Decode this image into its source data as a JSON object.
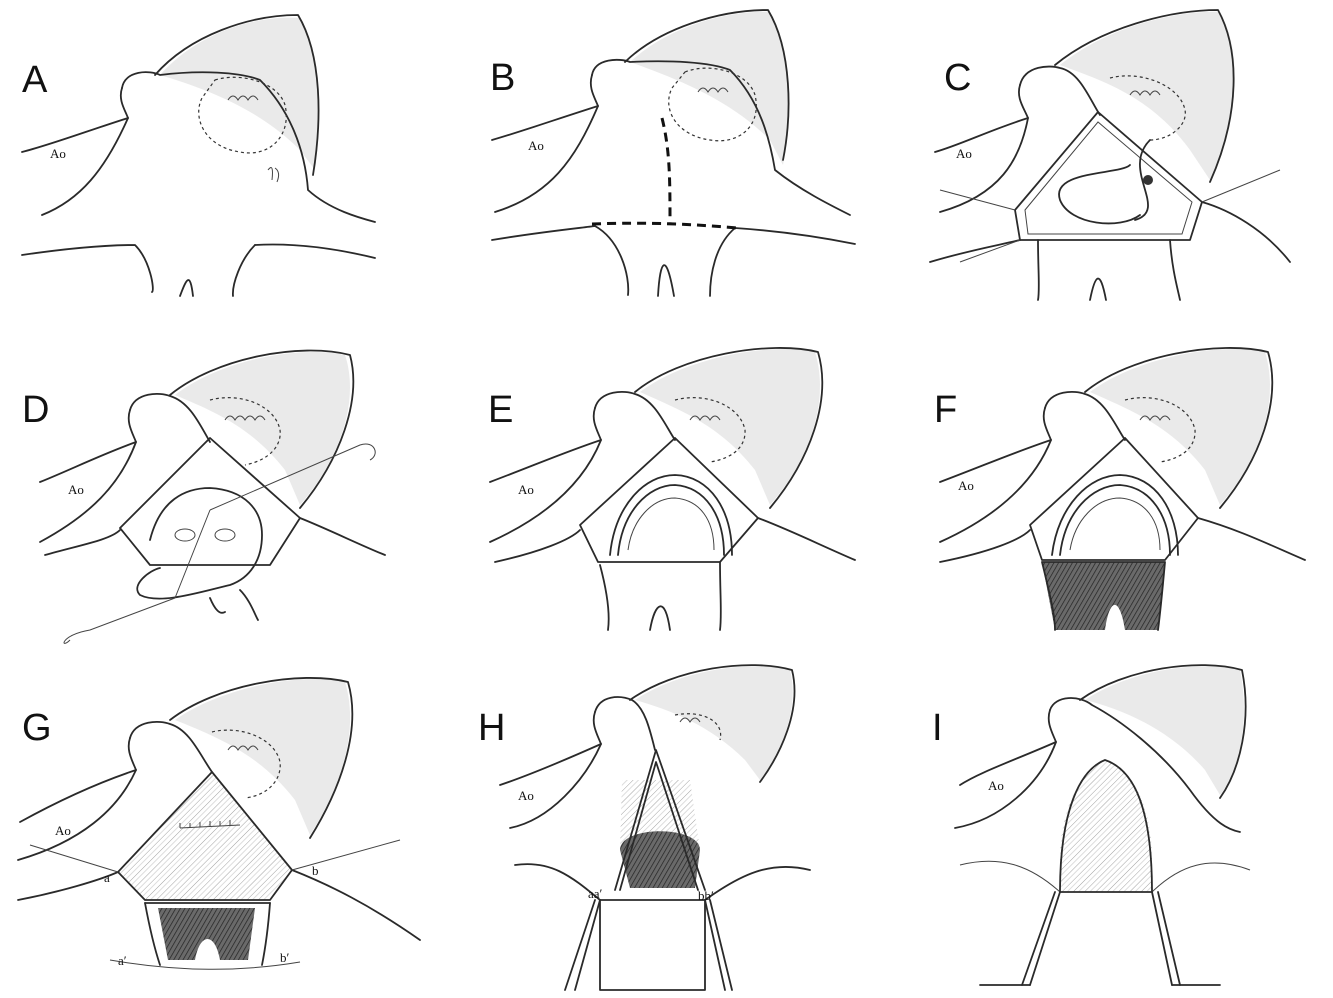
{
  "panels": [
    {
      "letter": "A",
      "ao": "Ao",
      "variant": "base"
    },
    {
      "letter": "B",
      "ao": "Ao",
      "variant": "incision"
    },
    {
      "letter": "C",
      "ao": "Ao",
      "variant": "opened"
    },
    {
      "letter": "D",
      "ao": "Ao",
      "variant": "flap-suture"
    },
    {
      "letter": "E",
      "ao": "Ao",
      "variant": "arch-suture"
    },
    {
      "letter": "F",
      "ao": "Ao",
      "variant": "arch-dark"
    },
    {
      "letter": "G",
      "ao": "Ao",
      "variant": "patch",
      "marks": {
        "a": "a",
        "b": "b",
        "a2": "a′",
        "b2": "b′"
      }
    },
    {
      "letter": "H",
      "ao": "Ao",
      "variant": "tube",
      "marks": {
        "aa": "aa′",
        "bb": "bb′"
      }
    },
    {
      "letter": "I",
      "ao": "Ao",
      "variant": "closed"
    }
  ],
  "colors": {
    "ink": "#2a2a2a",
    "background": "#ffffff"
  }
}
